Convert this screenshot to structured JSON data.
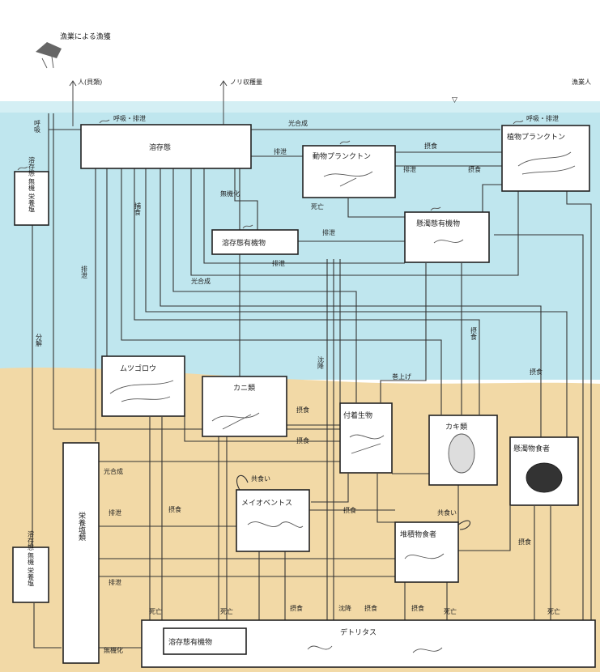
{
  "colors": {
    "water": "#bfe6ee",
    "water_band": "#d4eff4",
    "sand": "#f2d9a6",
    "box_stroke": "#222222"
  },
  "labels": {
    "fishing": "漁業による漁獲",
    "top_left_flow": "人(貝類)",
    "top_mid_flow": "ノリ収穫量",
    "top_right_flow": "漁業人",
    "water_surface_icon": "▽",
    "zooplankton": "動物プランクトン",
    "phytoplankton": "植物プランクトン",
    "dissolved": "溶存態",
    "benthic_producers": "懸濁態有機物",
    "dissolved_organic": "溶存態有機物",
    "benthic_fish": "ムツゴロウ",
    "crab": "カニ類",
    "attached": "付着生物",
    "oyster": "カキ類",
    "suspended_bottom": "懸濁物食者",
    "meiobenthos": "メイオベントス",
    "deposit_feeder": "堆積物食者",
    "detritus": "デトリタス",
    "sediment_dissolved": "溶存態有機物",
    "left_top_box": "溶存態 無機 栄養塩",
    "left_bottom_box": "溶存態 無機 栄養塩",
    "left_column": "栄養塩類",
    "exhale": "呼吸・排泄",
    "respiration": "排泄",
    "predation": "捕食",
    "grazing": "摂食",
    "excretion": "排泄",
    "death": "死亡",
    "self_grazing": "共食い",
    "uptake": "摂食",
    "photosynthesis": "光合成",
    "decomposition": "分解",
    "mineralization": "無機化",
    "sinking": "沈降",
    "resuspension": "巻上げ",
    "benthic_uptake": "呼吸",
    "dead_uptake": "死亡"
  }
}
